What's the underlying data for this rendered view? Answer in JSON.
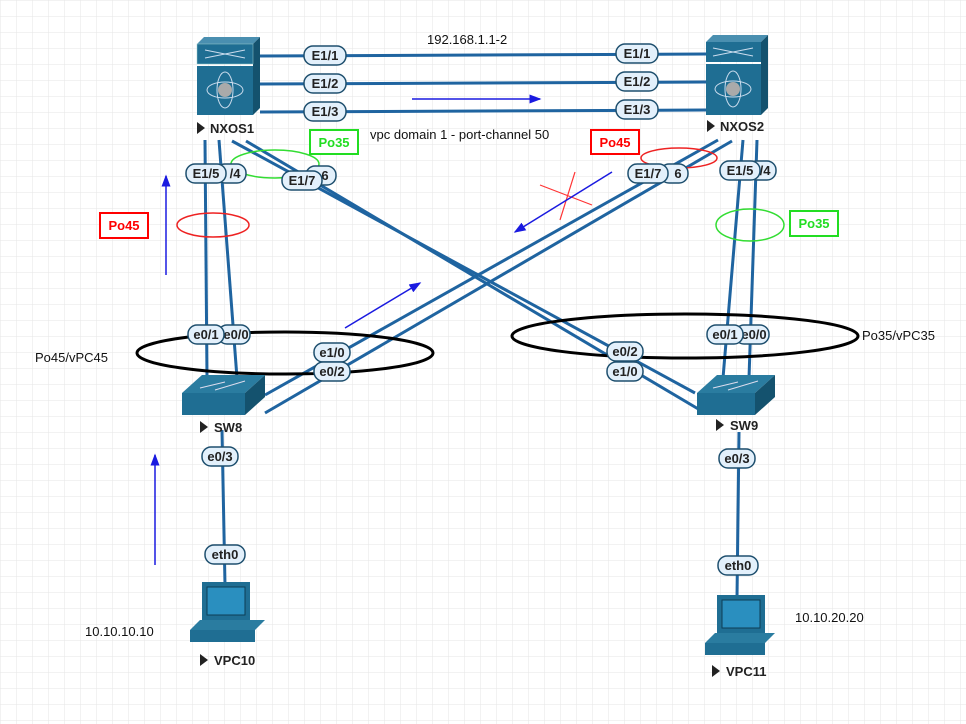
{
  "devices": {
    "nxos1": "NXOS1",
    "nxos2": "NXOS2",
    "sw8": "SW8",
    "sw9": "SW9",
    "vpc10": "VPC10",
    "vpc11": "VPC11"
  },
  "annotations": {
    "peer_ip": "192.168.1.1-2",
    "vpc_domain": "vpc domain 1 - port-channel 50",
    "po45_vpc45": "Po45/vPC45",
    "po35_vpc35": "Po35/vPC35",
    "vpc10_ip": "10.10.10.10",
    "vpc11_ip": "10.10.20.20"
  },
  "tags": {
    "po35_top": "Po35",
    "po45_top": "Po45",
    "po45_left": "Po45",
    "po35_right": "Po35"
  },
  "colors": {
    "tag_red": "#ff0000",
    "tag_green": "#22dd22",
    "link": "#1f64a0",
    "arrow": "#1a1ae0",
    "device": "#1f6e93"
  },
  "ports": {
    "nxos1": {
      "e11": "E1/1",
      "e12": "E1/2",
      "e13": "E1/3",
      "e15": "E1/5",
      "e14": "/4",
      "e17": "E1/7",
      "e16": "6"
    },
    "nxos2": {
      "e11": "E1/1",
      "e12": "E1/2",
      "e13": "E1/3",
      "e15": "E1/5",
      "e14": "/4",
      "e17": "E1/7",
      "e16": "6"
    },
    "sw8": {
      "e01": "e0/1",
      "e00": "e0/0",
      "e10": "e1/0",
      "e02": "e0/2",
      "e03": "e0/3"
    },
    "sw9": {
      "e01": "e0/1",
      "e00": "e0/0",
      "e10": "e1/0",
      "e02": "e0/2",
      "e03": "e0/3"
    },
    "vpc10": {
      "eth0": "eth0"
    },
    "vpc11": {
      "eth0": "eth0"
    }
  }
}
